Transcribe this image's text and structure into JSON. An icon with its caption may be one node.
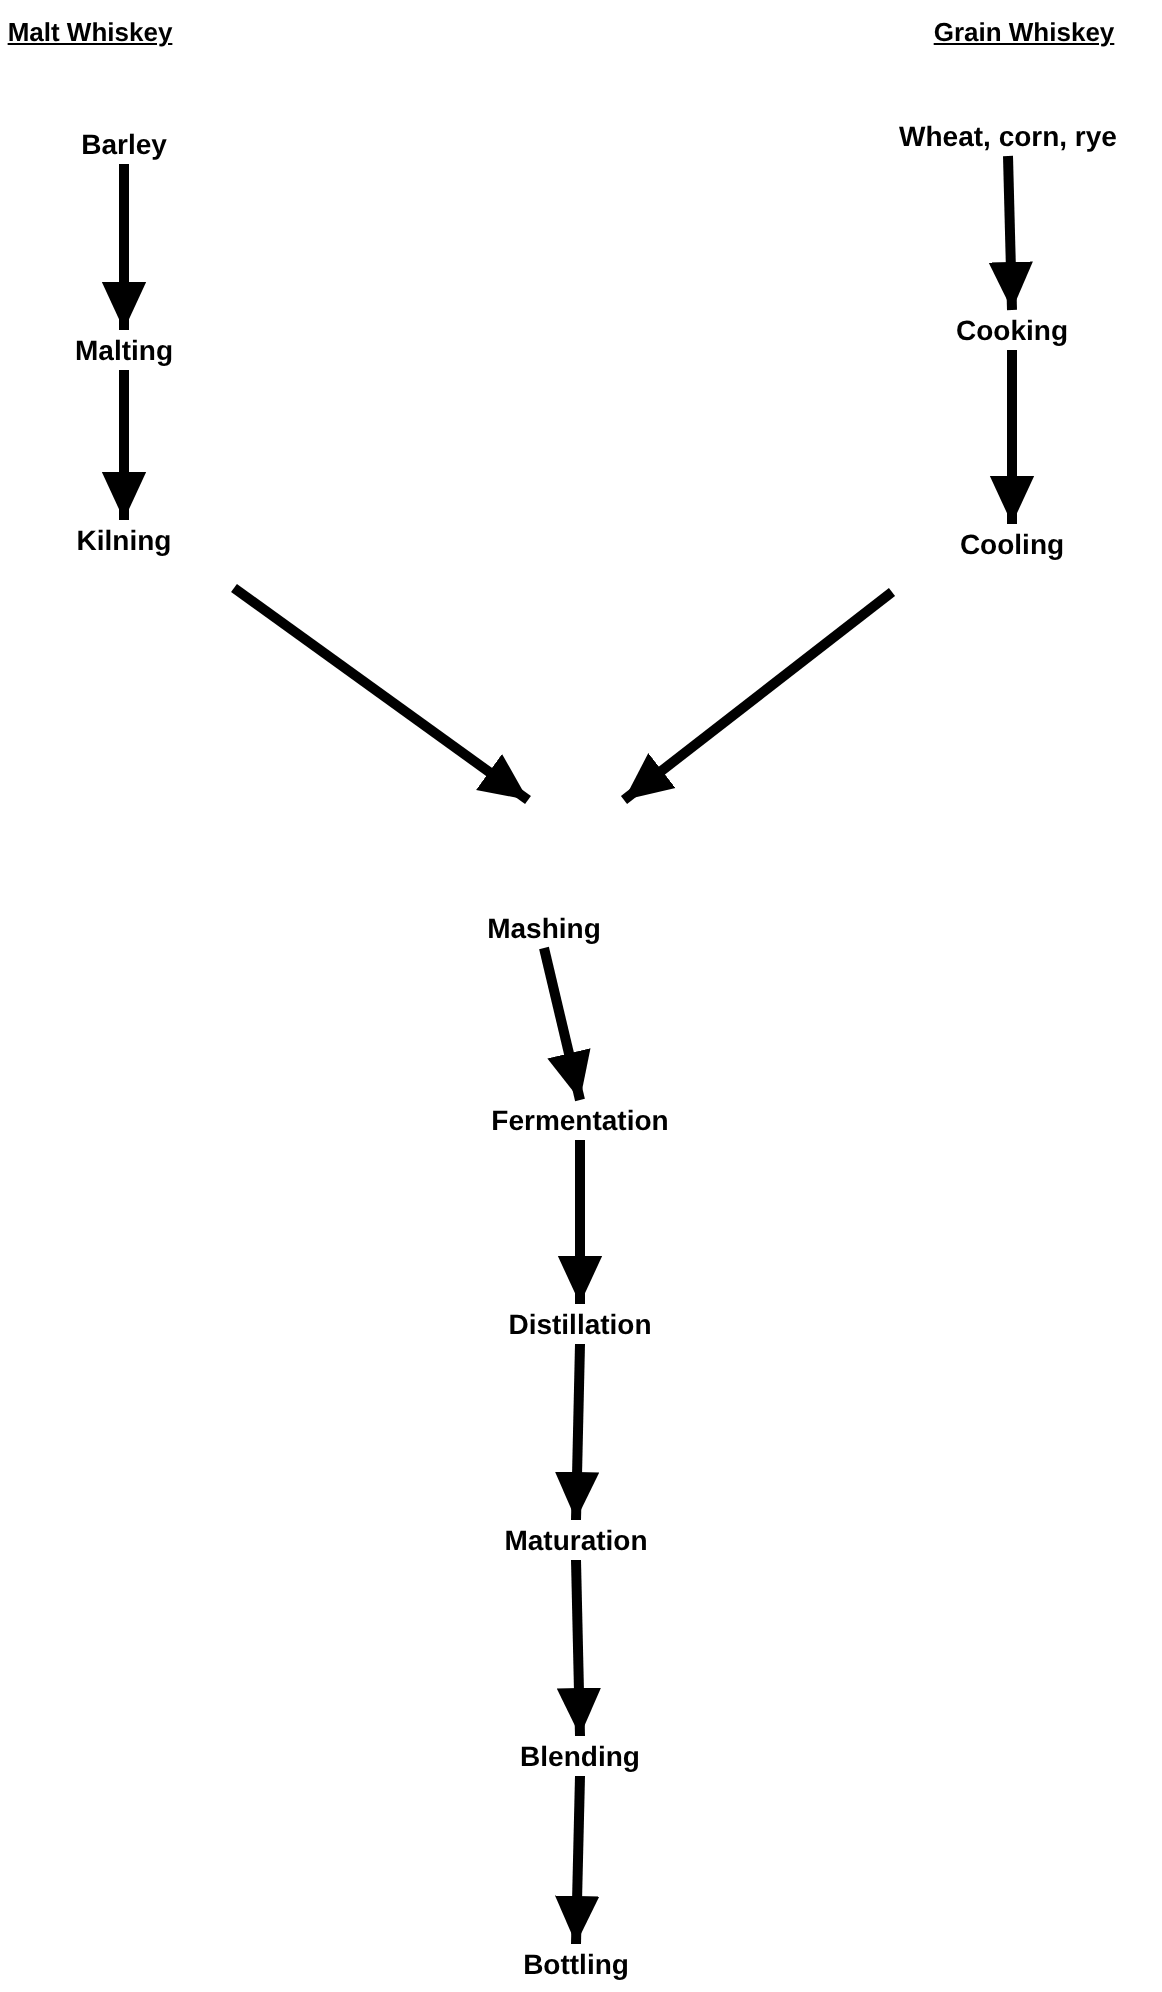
{
  "diagram": {
    "nodes": [
      {
        "text": [
          "Barley"
        ]
      },
      {
        "text": [
          "Malting"
        ]
      },
      {
        "text": [
          "Kilning"
        ]
      },
      {
        "text": [
          "Wheat, corn, rye"
        ]
      },
      {
        "text": [
          "Cooking"
        ]
      },
      {
        "text": [
          "Cooling"
        ]
      },
      {
        "text": [
          "Mashing"
        ]
      },
      {
        "text": [
          "Fermentation"
        ]
      },
      {
        "text": [
          "Distillation"
        ]
      },
      {
        "text": [
          "Maturation"
        ]
      },
      {
        "text": [
          "Blending"
        ]
      },
      {
        "text": [
          "Bottling"
        ]
      }
    ],
    "edges": [
      {
        "from": 0,
        "to": 1,
        "arrow": "to"
      },
      {
        "from": 1,
        "to": 2,
        "arrow": "to"
      },
      {
        "from": 3,
        "to": 4,
        "arrow": "to"
      },
      {
        "from": 4,
        "to": 5,
        "arrow": "to"
      },
      {
        "from": 2,
        "to": 6,
        "arrow": "to"
      },
      {
        "from": 5,
        "to": 6,
        "arrow": "to"
      },
      {
        "from": 6,
        "to": 7,
        "arrow": "to"
      },
      {
        "from": 7,
        "to": 8,
        "arrow": "to"
      },
      {
        "from": 8,
        "to": 9,
        "arrow": "to"
      },
      {
        "from": 9,
        "to": 10,
        "arrow": "to"
      },
      {
        "from": 10,
        "to": 11,
        "arrow": "to"
      }
    ],
    "labels": [
      "Malt Whiskey",
      "Grain Whiskey"
    ]
  }
}
